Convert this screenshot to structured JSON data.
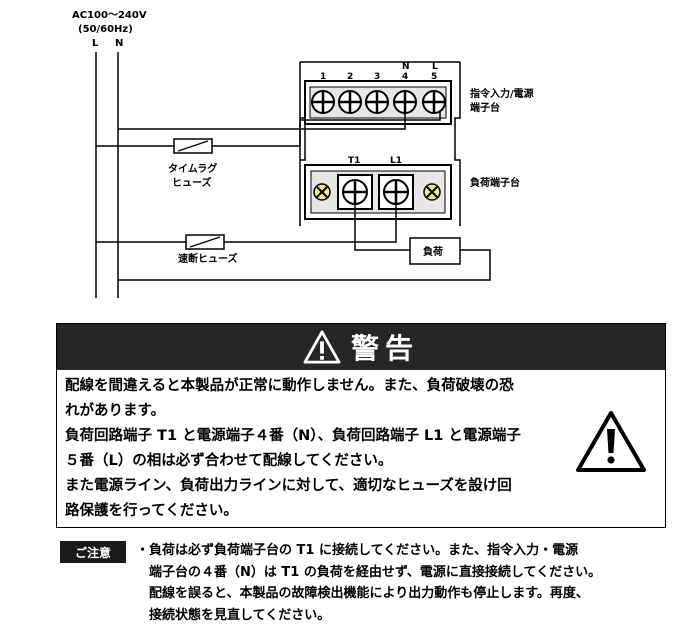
{
  "power": {
    "voltage": "AC100～240V",
    "frequency": "(50/60Hz)",
    "line_l": "L",
    "line_n": "N"
  },
  "command_block": {
    "numbers": [
      "1",
      "2",
      "3",
      "4",
      "5"
    ],
    "top_n": "N",
    "top_l": "L",
    "label_1": "指令入力/電源",
    "label_2": "端子台"
  },
  "load_block": {
    "t1": "T1",
    "l1": "L1",
    "label": "負荷端子台"
  },
  "fuses": {
    "time_lag_1": "タイムラグ",
    "time_lag_2": "ヒューズ",
    "fast_blow": "速断ヒューズ"
  },
  "load_label": "負荷",
  "warning": {
    "title": "警告",
    "lines": [
      "配線を間違えると本製品が正常に動作しません。また、負荷破壊の恐",
      "れがあります。",
      "負荷回路端子 T1 と電源端子４番（N）、負荷回路端子 L1 と電源端子",
      "５番（L）の相は必ず合わせて配線してください。",
      "また電源ライン、負荷出力ラインに対して、適切なヒューズを設け回",
      "路保護を行ってください。"
    ]
  },
  "notice": {
    "badge": "ご注意",
    "lines": [
      "・負荷は必ず負荷端子台の T1 に接続してください。また、指令入力・電源",
      "　端子台の４番（N）は T1 の負荷を経由せず、電源に直接接続してください。",
      "　配線を誤ると、本製品の故障検出機能により出力動作も停止します。再度、",
      "　接続状態を見直してください。"
    ]
  }
}
